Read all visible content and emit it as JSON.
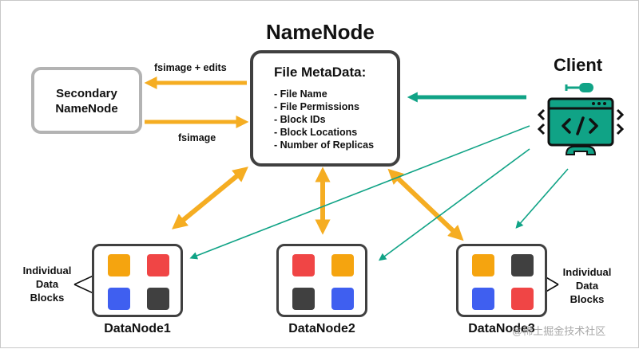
{
  "namenode": {
    "title": "NameNode",
    "metadata_title": "File MetaData:",
    "metadata_items": [
      "File Name",
      "File Permissions",
      "Block IDs",
      "Block Locations",
      "Number of Replicas"
    ]
  },
  "secondary": {
    "line1": "Secondary",
    "line2": "NameNode"
  },
  "edges": {
    "top_label": "fsimage + edits",
    "bottom_label": "fsimage"
  },
  "client": {
    "title": "Client",
    "icon": "code-window-gear-icon"
  },
  "datanodes": [
    {
      "label": "DataNode1",
      "blocks": [
        "#f5a40f",
        "#f04545",
        "#3f5ff0",
        "#404040"
      ]
    },
    {
      "label": "DataNode2",
      "blocks": [
        "#f04545",
        "#f5a40f",
        "#404040",
        "#3f5ff0"
      ]
    },
    {
      "label": "DataNode3",
      "blocks": [
        "#f5a40f",
        "#404040",
        "#3f5ff0",
        "#f04545"
      ]
    }
  ],
  "annotations": {
    "left": [
      "Individual",
      "Data",
      "Blocks"
    ],
    "right": [
      "Individual",
      "Data",
      "Blocks"
    ]
  },
  "watermark": "@稀土掘金技术社区",
  "colors": {
    "orange": "#f5ad22",
    "teal": "#10a386",
    "box_border": "#404040",
    "secondary_border": "#b3b3b3"
  }
}
